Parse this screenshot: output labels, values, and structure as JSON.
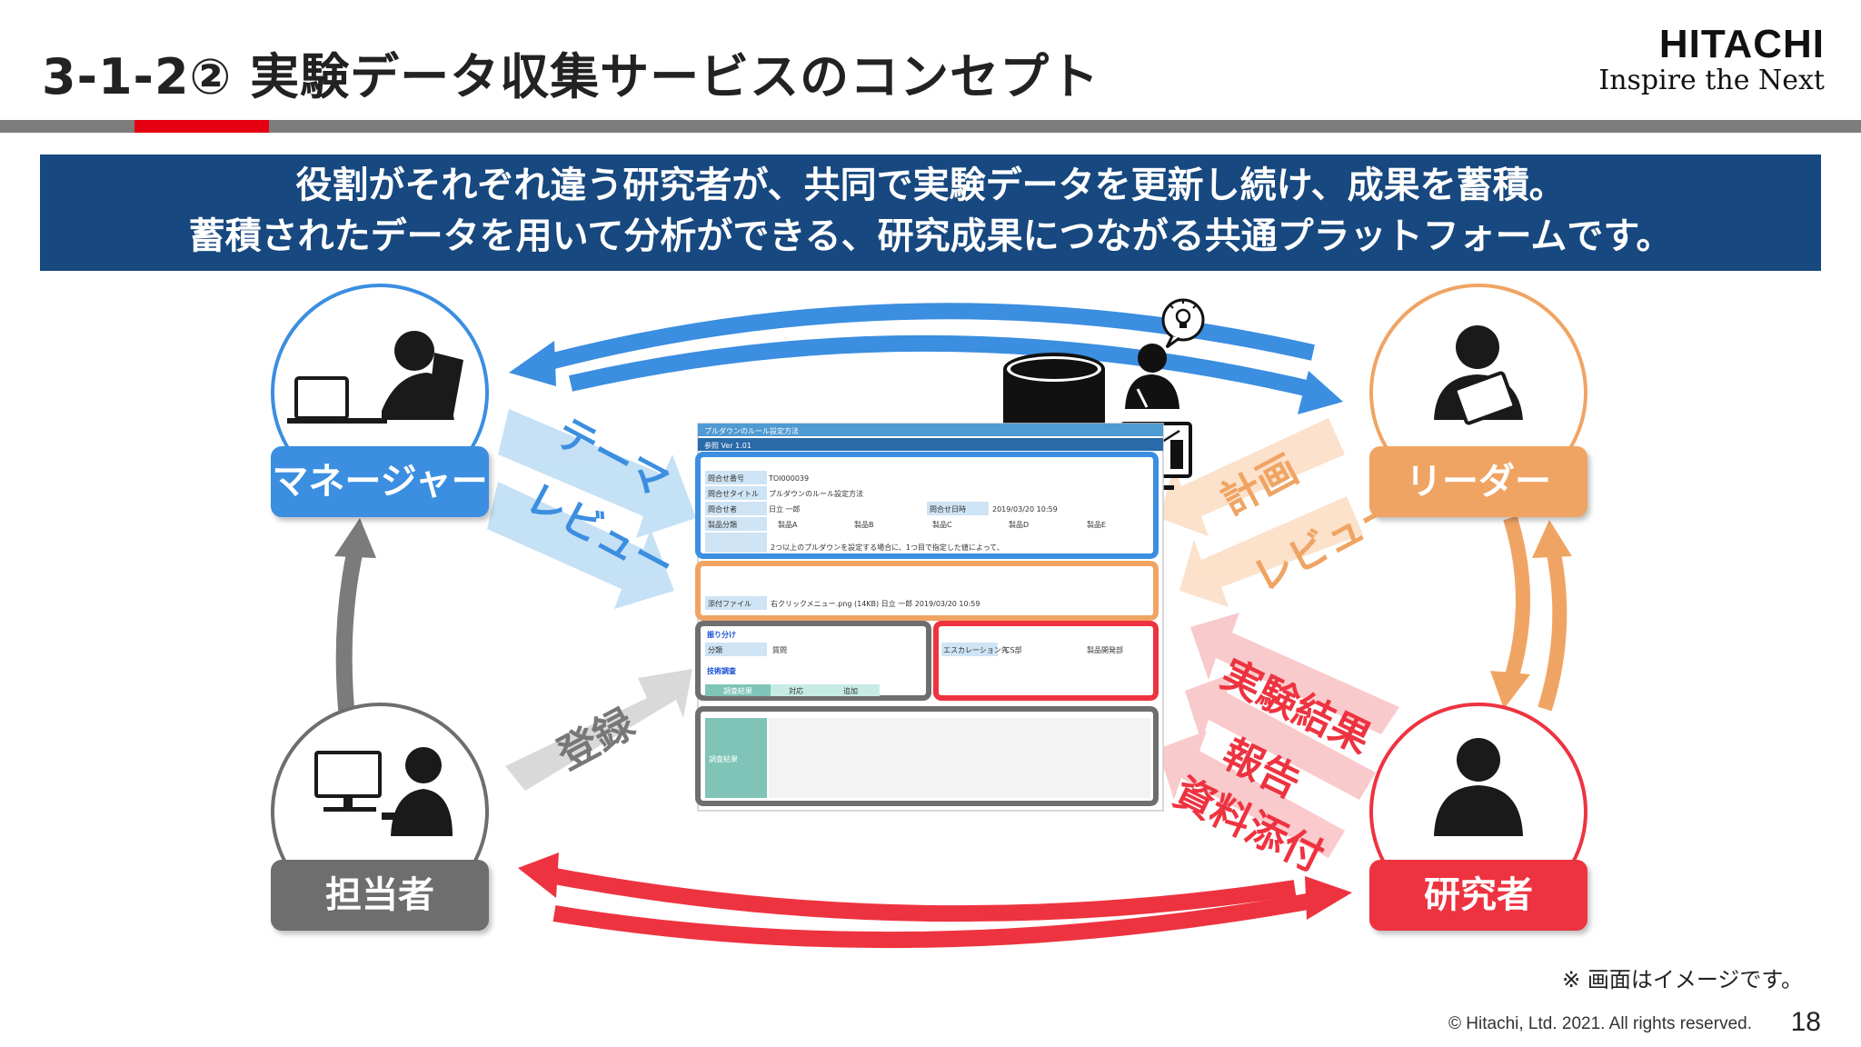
{
  "header": {
    "title": "3-1-2② 実験データ収集サービスのコンセプト",
    "logo_main": "HITACHI",
    "logo_sub": "Inspire the Next"
  },
  "banner": {
    "line1": "役割がそれぞれ違う研究者が、共同で実験データを更新し続け、成果を蓄積。",
    "line2": "蓄積されたデータを用いて分析ができる、研究成果につながる共通プラットフォームです。"
  },
  "roles": {
    "manager": "マネージャー",
    "leader": "リーダー",
    "staff": "担当者",
    "researcher": "研究者"
  },
  "arrow_labels": {
    "theme": "テーマ",
    "review_left": "レビュー",
    "plan": "計画",
    "review_right": "レビュー",
    "register": "登録",
    "results": "実験結果",
    "report": "報告",
    "attach": "資料添付"
  },
  "screen": {
    "window_title": "プルダウンのルール設定方法",
    "version": "参照 Ver 1.01",
    "rows": [
      {
        "label": "問合せ番号",
        "value": "TOI000039"
      },
      {
        "label": "問合せタイトル",
        "value": "プルダウンのルール設定方法"
      },
      {
        "label": "問合せ者",
        "value": "日立 一郎"
      },
      {
        "label": "製品分類",
        "value": "製品A"
      }
    ],
    "date_label": "問合せ日時",
    "date_value": "2019/03/20 10:59",
    "categories": [
      "製品B",
      "製品C",
      "製品D",
      "製品E"
    ],
    "body_text": "2つ以上のプルダウンを設定する場合に、1つ目で指定した値によって、",
    "attach_label": "添付ファイル",
    "attach_value": "右クリックメニュー.png (14KB) 日立 一郎 2019/03/20 10:59",
    "section1": "振り分け",
    "class_label": "分類",
    "class_value": "質問",
    "escalation_label": "エスカレーション先",
    "escalation_value": "CS部",
    "escalation_value2": "製品開発部",
    "section2": "技術調査",
    "tabs": [
      "調査結果",
      "対応",
      "追加"
    ],
    "result_label": "調査結果"
  },
  "footer": {
    "note": "※ 画面はイメージです。",
    "copyright": "© Hitachi, Ltd. 2021. All rights reserved.",
    "page": "18"
  },
  "colors": {
    "manager": "#3b8ee0",
    "leader": "#f0a463",
    "staff": "#6e6e6e",
    "researcher": "#ee3340",
    "banner": "#17487f",
    "accent": "#e60012"
  }
}
